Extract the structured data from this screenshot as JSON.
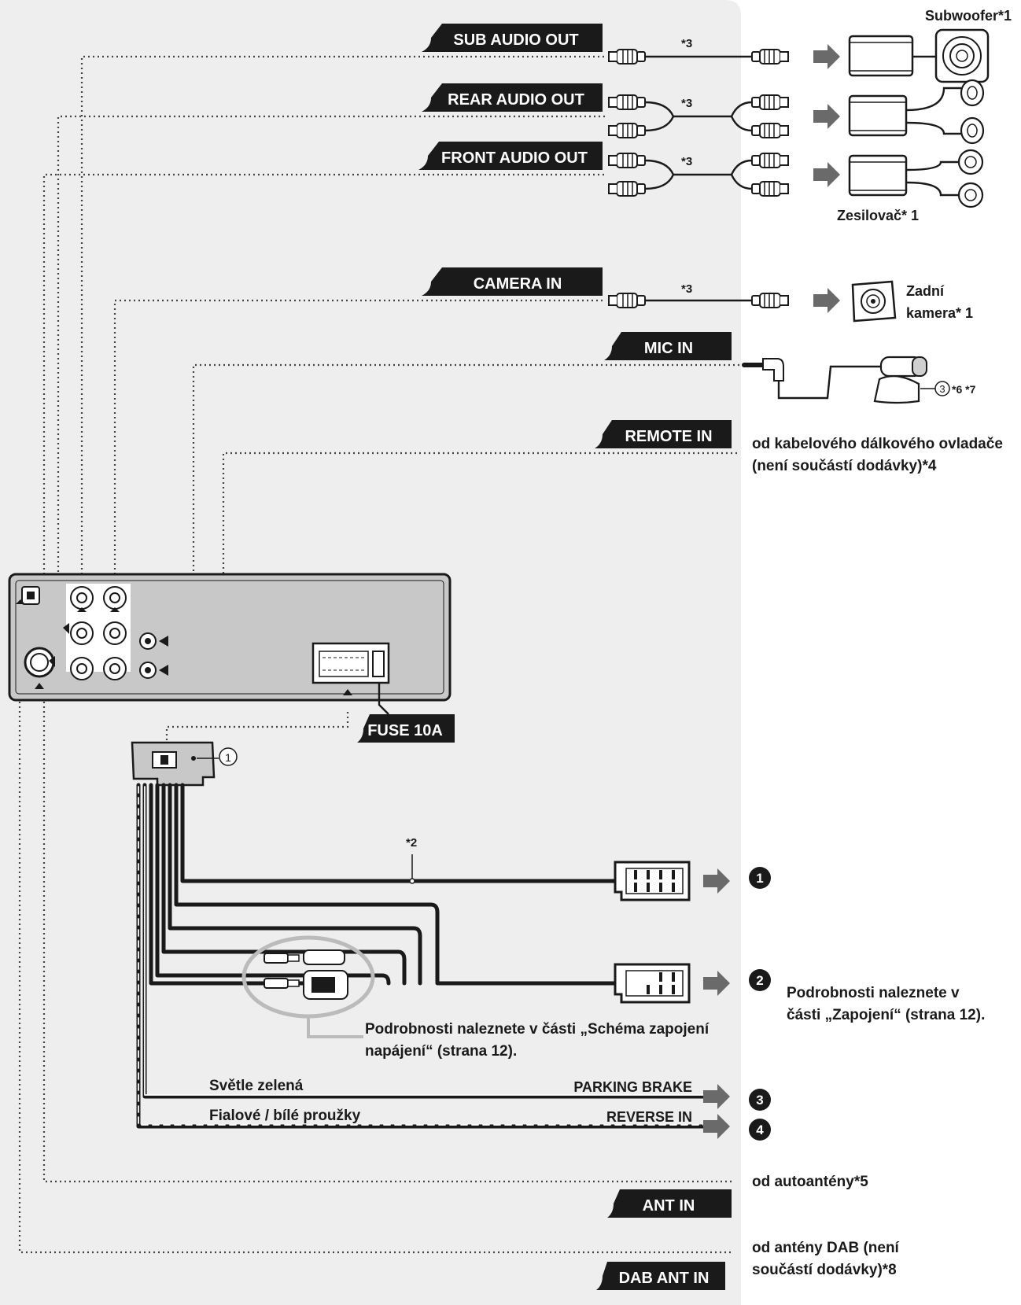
{
  "port_labels": {
    "sub_audio_out": "SUB AUDIO OUT",
    "rear_audio_out": "REAR AUDIO OUT",
    "front_audio_out": "FRONT AUDIO OUT",
    "camera_in": "CAMERA IN",
    "mic_in": "MIC IN",
    "remote_in": "REMOTE IN",
    "fuse": "FUSE 10A",
    "ant_in": "ANT IN",
    "dab_ant_in": "DAB ANT IN",
    "parking_brake": "PARKING BRAKE",
    "reverse_in": "REVERSE IN"
  },
  "devices": {
    "subwoofer": "Subwoofer*1",
    "amplifier": "Zesilovač* 1",
    "camera_line1": "Zadní",
    "camera_line2": "kamera* 1"
  },
  "footnotes": {
    "cable_sub": "*3",
    "cable_rear": "*3",
    "cable_front": "*3",
    "cable_camera": "*3",
    "mic": "*6 *7",
    "wire_power": "*2",
    "circle_mic": "3",
    "circle_harness": "1"
  },
  "notes": {
    "remote_line1": "od kabelového dálkového ovladače",
    "remote_line2": "(není součástí dodávky)*4",
    "power_schema_line1": "Podrobnosti naleznete v části „Schéma zapojení",
    "power_schema_line2": "napájení“ (strana 12).",
    "connection_line1": "Podrobnosti naleznete v",
    "connection_line2": "části „Zapojení“ (strana 12).",
    "ant_in": "od autoantény*5",
    "dab_line1": "od antény DAB (není",
    "dab_line2": "součástí dodávky)*8"
  },
  "wires": {
    "light_green": "Světle zelená",
    "violet_white": "Fialové / bílé proužky"
  },
  "connector_numbers": [
    "1",
    "2",
    "3",
    "4"
  ],
  "colors": {
    "panel": "#eeeeee",
    "label_bg": "#1a1a1a",
    "unit_body": "#c8c8c8",
    "arrow": "#6a6a6a",
    "highlight_ring": "#bbbbbb"
  }
}
